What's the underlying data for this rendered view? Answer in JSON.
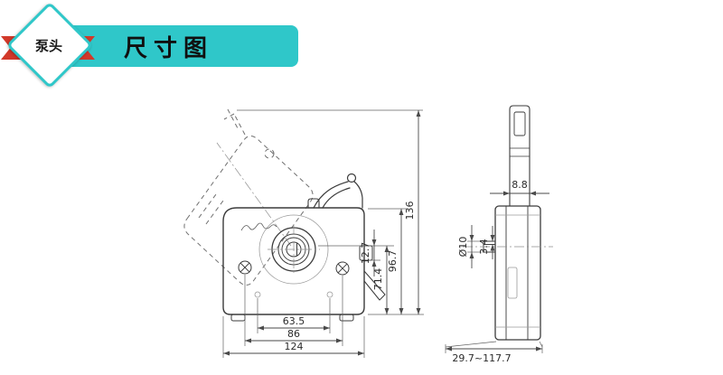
{
  "header": {
    "badge": {
      "label": "泵头",
      "ribbon_color": "#d2392a",
      "border_color": "#2fc7c9"
    },
    "banner": {
      "title": "尺寸图",
      "background_color": "#2fc7c9",
      "text_color": "#101010"
    }
  },
  "drawing": {
    "line_color": "#3b3b3b",
    "dimension_color": "#4a4a4a",
    "front_view": {
      "dims": {
        "total_height": "136",
        "body_height": "96.7",
        "axis_height": "71.4",
        "port_offset": "12.7",
        "inner_width": "63.5",
        "mount_width": "86",
        "total_width": "124"
      }
    },
    "side_view": {
      "dims": {
        "clamp_width": "8.8",
        "shaft_diameter": "Ø10",
        "shaft_flat": "3.4",
        "depth_range": "29.7~117.7"
      }
    }
  }
}
